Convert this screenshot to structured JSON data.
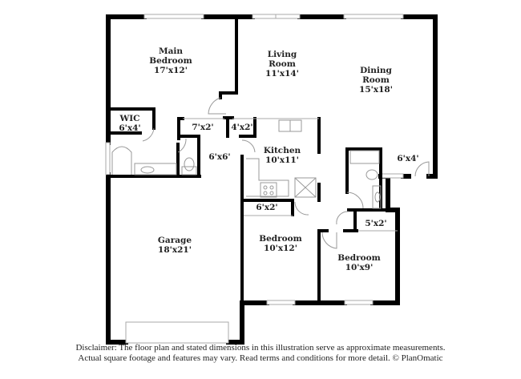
{
  "rooms": [
    {
      "id": "main-bedroom",
      "name_line1": "Main",
      "name_line2": "Bedroom",
      "dims": "17'x12'"
    },
    {
      "id": "living-room",
      "name_line1": "Living",
      "name_line2": "Room",
      "dims": "11'x14'"
    },
    {
      "id": "dining-room",
      "name_line1": "Dining",
      "name_line2": "Room",
      "dims": "15'x18'"
    },
    {
      "id": "wic",
      "name_line1": "WIC",
      "name_line2": "",
      "dims": "6'x4'"
    },
    {
      "id": "closet-7x2",
      "name_line1": "",
      "name_line2": "",
      "dims": "7'x2'"
    },
    {
      "id": "closet-4x2",
      "name_line1": "",
      "name_line2": "",
      "dims": "4'x2'"
    },
    {
      "id": "hall-6x6",
      "name_line1": "",
      "name_line2": "",
      "dims": "6'x6'"
    },
    {
      "id": "kitchen",
      "name_line1": "Kitchen",
      "name_line2": "",
      "dims": "10'x11'"
    },
    {
      "id": "entry-6x4",
      "name_line1": "",
      "name_line2": "",
      "dims": "6'x4'"
    },
    {
      "id": "closet-6x2",
      "name_line1": "",
      "name_line2": "",
      "dims": "6'x2'"
    },
    {
      "id": "closet-5x2",
      "name_line1": "",
      "name_line2": "",
      "dims": "5'x2'"
    },
    {
      "id": "garage",
      "name_line1": "Garage",
      "name_line2": "",
      "dims": "18'x21'"
    },
    {
      "id": "bedroom-2",
      "name_line1": "Bedroom",
      "name_line2": "",
      "dims": "10'x12'"
    },
    {
      "id": "bedroom-3",
      "name_line1": "Bedroom",
      "name_line2": "",
      "dims": "10'x9'"
    }
  ],
  "disclaimer": {
    "line1": "Disclaimer: The floor plan and stated dimensions in this illustration serve as approximate measurements.",
    "line2": "Actual square footage and features may vary. Read terms and conditions for more detail. © PlanOmatic"
  },
  "colors": {
    "wall": "#000000",
    "fixture": "#999999",
    "window": "#bbbbbb",
    "text": "#222222"
  }
}
